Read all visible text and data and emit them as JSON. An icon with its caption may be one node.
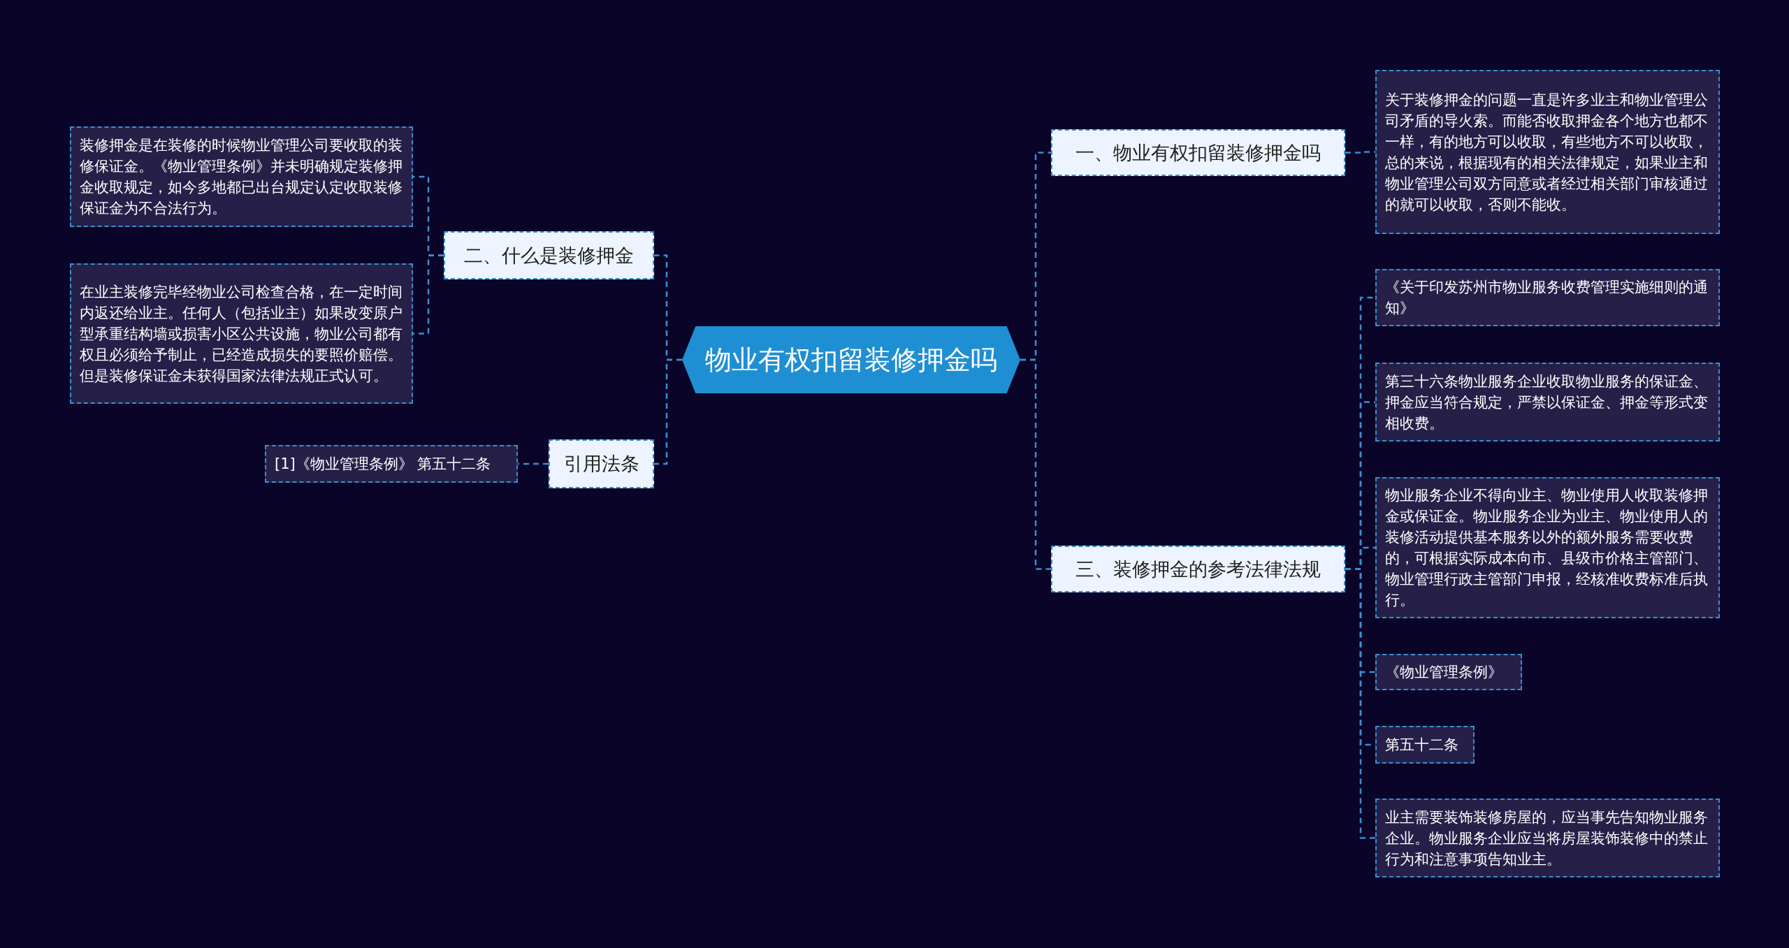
{
  "diagram": {
    "nodes": [
      {
        "text": [
          "物业有权扣留装修押金吗"
        ]
      },
      {
        "text": [
          "一、物业有权扣留装修押金吗"
        ]
      },
      {
        "text": [
          "关于装修押金的问题一直是许多业主和物业管理公司矛盾的导火索。而能否收取押金各个地方也都不一样，有的地方可以收取，有些地方不可以收取，总的来说，根据现有的相关法律规定，如果业主和物业管理公司双方同意或者经过相关部门审核通过的就可以收取，否则不能收。"
        ]
      },
      {
        "text": [
          "二、什么是装修押金"
        ]
      },
      {
        "text": [
          "装修押金是在装修的时候物业管理公司要收取的装修保证金。《物业管理条例》并未明确规定装修押金收取规定，如今多地都已出台规定认定收取装修保证金为不合法行为。"
        ]
      },
      {
        "text": [
          "在业主装修完毕经物业公司检查合格，在一定时间内返还给业主。任何人（包括业主）如果改变原户型承重结构墙或损害小区公共设施，物业公司都有权且必须给予制止，已经造成损失的要照价赔偿。但是装修保证金未获得国家法律法规正式认可。"
        ]
      },
      {
        "text": [
          "引用法条"
        ]
      },
      {
        "text": [
          "[1]《物业管理条例》 第五十二条"
        ]
      },
      {
        "text": [
          "三、装修押金的参考法律法规"
        ]
      },
      {
        "text": [
          "《关于印发苏州市物业服务收费管理实施细则的通知》"
        ]
      },
      {
        "text": [
          "第三十六条物业服务企业收取物业服务的保证金、押金应当符合规定，严禁以保证金、押金等形式变相收费。"
        ]
      },
      {
        "text": [
          "物业服务企业不得向业主、物业使用人收取装修押金或保证金。物业服务企业为业主、物业使用人的装修活动提供基本服务以外的额外服务需要收费的，可根据实际成本向市、县级市价格主管部门、物业管理行政主管部门申报，经核准收费标准后执行。"
        ]
      },
      {
        "text": [
          "《物业管理条例》"
        ]
      },
      {
        "text": [
          "第五十二条"
        ]
      },
      {
        "text": [
          "业主需要装饰装修房屋的，应当事先告知物业服务企业。物业服务企业应当将房屋装饰装修中的禁止行为和注意事项告知业主。"
        ]
      }
    ],
    "edges": [
      {
        "from": 0,
        "to": 1,
        "arrow": "none",
        "style": "dashed"
      },
      {
        "from": 1,
        "to": 2,
        "arrow": "none",
        "style": "dashed"
      },
      {
        "from": 0,
        "to": 3,
        "arrow": "none",
        "style": "dashed"
      },
      {
        "from": 3,
        "to": 4,
        "arrow": "none",
        "style": "dashed"
      },
      {
        "from": 3,
        "to": 5,
        "arrow": "none",
        "style": "dashed"
      },
      {
        "from": 0,
        "to": 6,
        "arrow": "none",
        "style": "dashed"
      },
      {
        "from": 6,
        "to": 7,
        "arrow": "none",
        "style": "dashed"
      },
      {
        "from": 0,
        "to": 8,
        "arrow": "none",
        "style": "dashed"
      },
      {
        "from": 8,
        "to": 9,
        "arrow": "none",
        "style": "dashed"
      },
      {
        "from": 8,
        "to": 10,
        "arrow": "none",
        "style": "dashed"
      },
      {
        "from": 8,
        "to": 11,
        "arrow": "none",
        "style": "dashed"
      },
      {
        "from": 8,
        "to": 12,
        "arrow": "none",
        "style": "dashed"
      },
      {
        "from": 8,
        "to": 13,
        "arrow": "none",
        "style": "dashed"
      },
      {
        "from": 8,
        "to": 14,
        "arrow": "none",
        "style": "dashed"
      }
    ]
  }
}
